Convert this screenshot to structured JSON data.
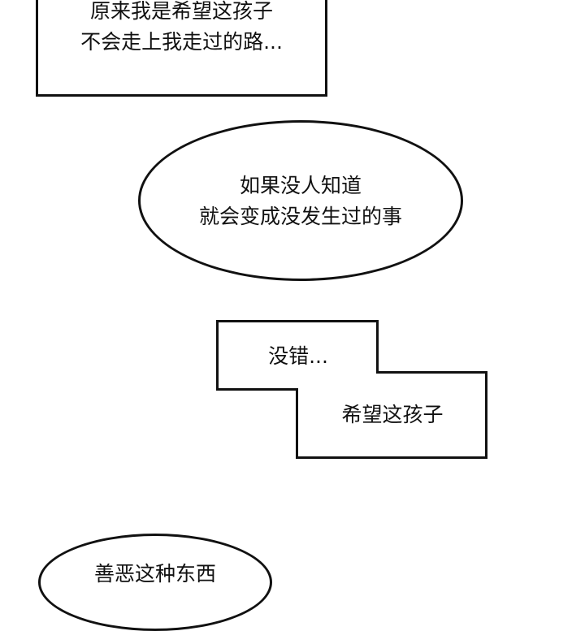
{
  "bubbles": [
    {
      "lines": [
        "原来我是希望这孩子",
        "不会走上我走过的路..."
      ]
    },
    {
      "lines": [
        "如果没人知道",
        "就会变成没发生过的事"
      ]
    },
    {
      "lines": [
        "没错..."
      ]
    },
    {
      "lines": [
        "希望这孩子"
      ]
    },
    {
      "lines": [
        "善恶这种东西"
      ]
    }
  ]
}
